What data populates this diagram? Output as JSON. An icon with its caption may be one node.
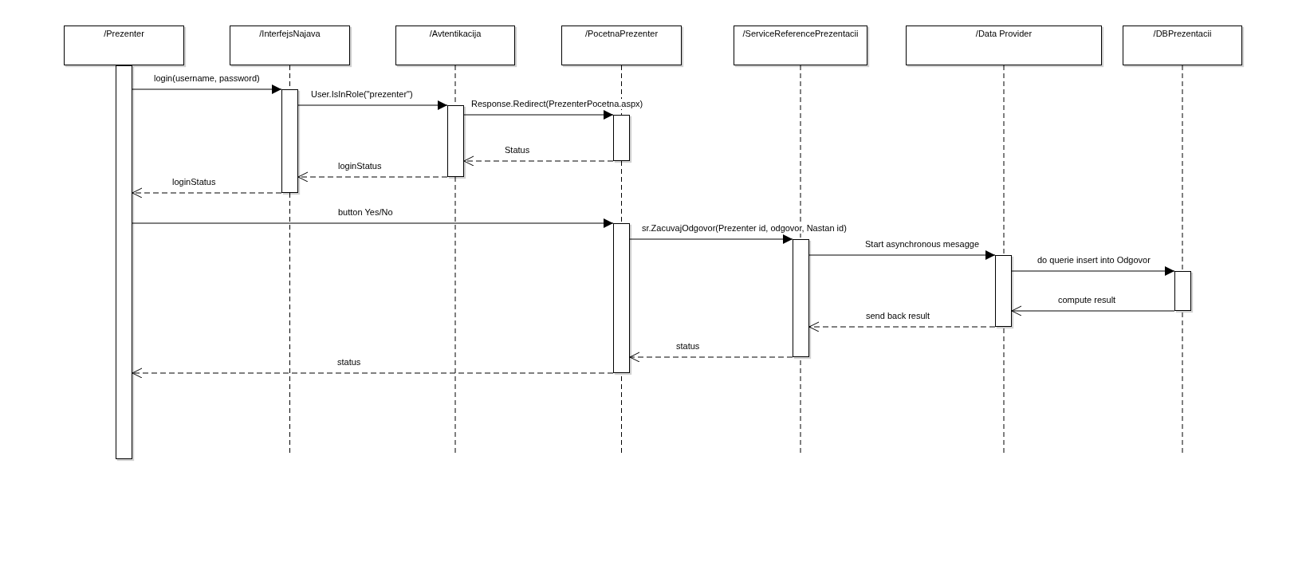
{
  "diagram": {
    "nodes": [
      {
        "text": [
          "/Prezenter"
        ]
      },
      {
        "text": [
          "/InterfejsNajava"
        ]
      },
      {
        "text": [
          "/Avtentikacija"
        ]
      },
      {
        "text": [
          "/PocetnaPrezenter"
        ]
      },
      {
        "text": [
          "/ServiceReferencePrezentacii"
        ]
      },
      {
        "text": [
          "/Data Provider"
        ]
      },
      {
        "text": [
          "/DBPrezentacii"
        ]
      },
      {
        "text": [],
        "shape": "bar"
      },
      {
        "text": [],
        "shape": "bar"
      },
      {
        "text": [],
        "shape": "bar"
      },
      {
        "text": [],
        "shape": "bar"
      },
      {
        "text": [],
        "shape": "bar"
      },
      {
        "text": [],
        "shape": "bar"
      },
      {
        "text": [],
        "shape": "bar"
      },
      {
        "text": [],
        "shape": "bar"
      }
    ],
    "edges": [
      {
        "from": 7,
        "to": 8,
        "arrow": "to",
        "label": "login(username, password)"
      },
      {
        "from": 8,
        "to": 9,
        "arrow": "to",
        "label": "User.IsInRole(\"prezenter\")"
      },
      {
        "from": 9,
        "to": 10,
        "arrow": "to",
        "label": "Response.Redirect(PrezenterPocetna.aspx)"
      },
      {
        "from": 10,
        "to": 9,
        "arrow": "to",
        "label": "Status",
        "style": "dashed"
      },
      {
        "from": 9,
        "to": 8,
        "arrow": "to",
        "label": "loginStatus",
        "style": "dashed"
      },
      {
        "from": 8,
        "to": 7,
        "arrow": "to",
        "label": "loginStatus",
        "style": "dashed"
      },
      {
        "from": 7,
        "to": 11,
        "arrow": "to",
        "label": "button Yes/No"
      },
      {
        "from": 11,
        "to": 12,
        "arrow": "to",
        "label": "sr.ZacuvajOdgovor(Prezenter id, odgovor, Nastan id)"
      },
      {
        "from": 12,
        "to": 13,
        "arrow": "to",
        "label": "Start asynchronous mesagge"
      },
      {
        "from": 13,
        "to": 14,
        "arrow": "to",
        "label": "do querie insert into Odgovor"
      },
      {
        "from": 14,
        "to": 13,
        "arrow": "to",
        "label": "compute result"
      },
      {
        "from": 13,
        "to": 12,
        "arrow": "to",
        "label": "send back result",
        "style": "dashed"
      },
      {
        "from": 12,
        "to": 11,
        "arrow": "to",
        "label": "status",
        "style": "dashed"
      },
      {
        "from": 11,
        "to": 7,
        "arrow": "to",
        "label": "status",
        "style": "dashed"
      }
    ]
  }
}
